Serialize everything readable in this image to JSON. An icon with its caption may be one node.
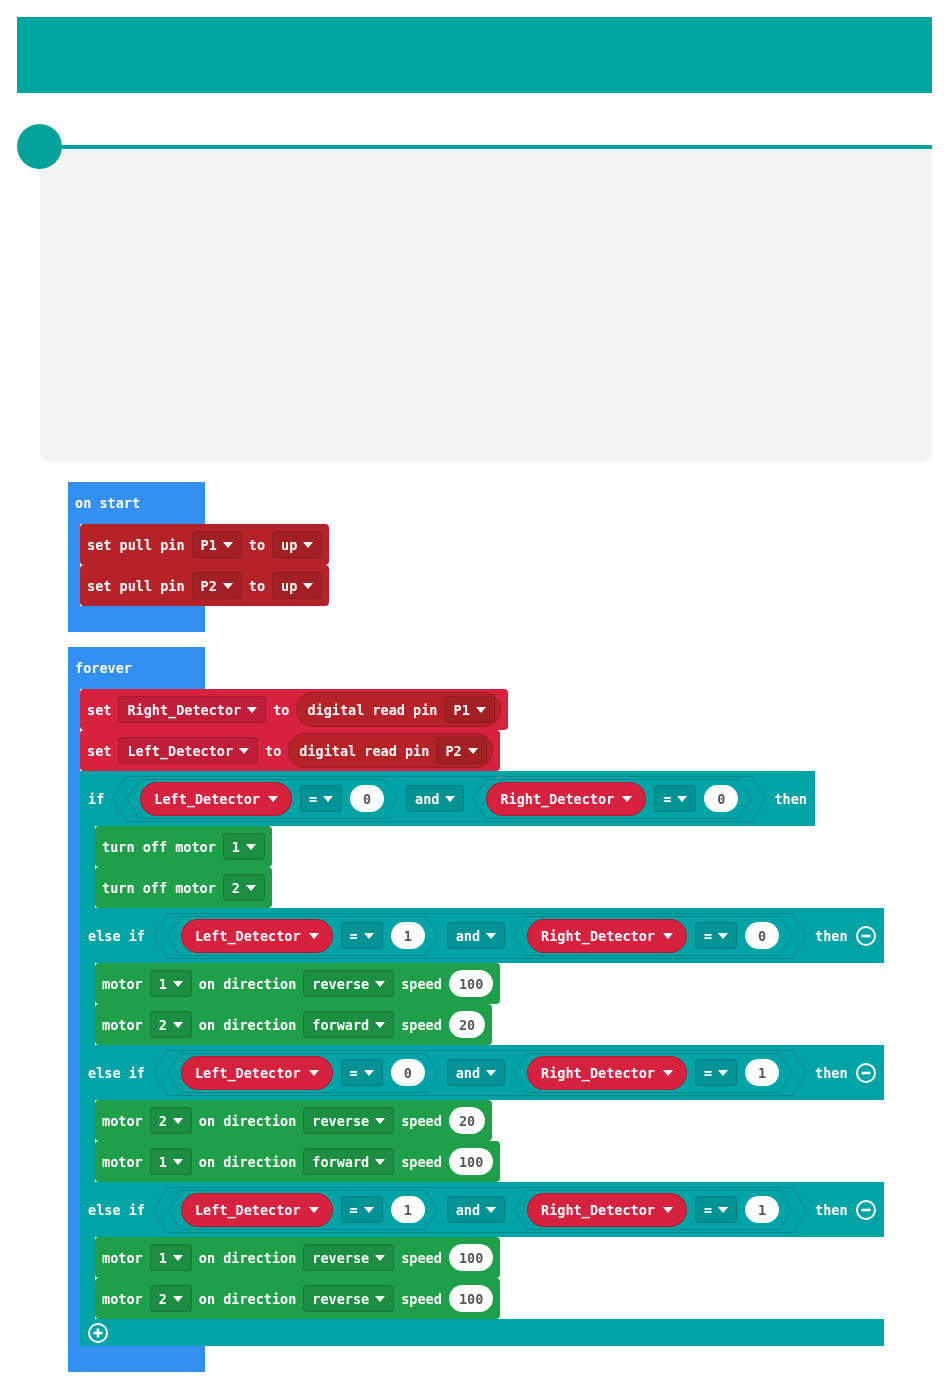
{
  "diagram": {
    "nodes": [
      {
        "text": [
          "on start"
        ]
      },
      {
        "text": [
          "set pull pin",
          "to"
        ]
      },
      {
        "text": [
          "P1"
        ],
        "in": 1
      },
      {
        "text": [
          "up"
        ],
        "in": 1
      },
      {
        "text": [
          "set pull pin",
          "to"
        ]
      },
      {
        "text": [
          "P2"
        ],
        "in": 4
      },
      {
        "text": [
          "up"
        ],
        "in": 4
      },
      {
        "text": [
          "forever"
        ]
      },
      {
        "text": [
          "set",
          "to"
        ]
      },
      {
        "text": [
          "Right_Detector"
        ],
        "in": 8
      },
      {
        "text": [
          "digital read pin"
        ],
        "in": 8
      },
      {
        "text": [
          "P1"
        ],
        "in": 10
      },
      {
        "text": [
          "set",
          "to"
        ]
      },
      {
        "text": [
          "Left_Detector"
        ],
        "in": 12
      },
      {
        "text": [
          "digital read pin"
        ],
        "in": 12
      },
      {
        "text": [
          "P2"
        ],
        "in": 14
      },
      {
        "text": [
          "if",
          "then",
          "else if",
          "then",
          "else if",
          "then",
          "else if",
          "then"
        ]
      },
      {
        "text": [],
        "shape": "hexagon",
        "in": 16
      },
      {
        "text": [],
        "shape": "hexagon",
        "in": 17
      },
      {
        "text": [
          "Left_Detector"
        ],
        "in": 18
      },
      {
        "text": [
          "="
        ],
        "in": 18
      },
      {
        "text": [
          "0"
        ],
        "in": 18
      },
      {
        "text": [
          "and"
        ],
        "in": 17
      },
      {
        "text": [],
        "shape": "hexagon",
        "in": 17
      },
      {
        "text": [
          "Right_Detector"
        ],
        "in": 23
      },
      {
        "text": [
          "="
        ],
        "in": 23
      },
      {
        "text": [
          "0"
        ],
        "in": 23
      },
      {
        "text": [
          "turn off motor"
        ],
        "in": 16
      },
      {
        "text": [
          "1"
        ],
        "in": 27
      },
      {
        "text": [
          "turn off motor"
        ],
        "in": 16
      },
      {
        "text": [
          "2"
        ],
        "in": 29
      },
      {
        "text": [],
        "shape": "hexagon",
        "in": 16
      },
      {
        "text": [],
        "shape": "hexagon",
        "in": 31
      },
      {
        "text": [
          "Left_Detector"
        ],
        "in": 32
      },
      {
        "text": [
          "="
        ],
        "in": 32
      },
      {
        "text": [
          "1"
        ],
        "in": 32
      },
      {
        "text": [
          "and"
        ],
        "in": 31
      },
      {
        "text": [],
        "shape": "hexagon",
        "in": 31
      },
      {
        "text": [
          "Right_Detector"
        ],
        "in": 37
      },
      {
        "text": [
          "="
        ],
        "in": 37
      },
      {
        "text": [
          "0"
        ],
        "in": 37
      },
      {
        "text": [
          "motor",
          "on direction",
          "speed"
        ],
        "in": 16
      },
      {
        "text": [
          "1"
        ],
        "in": 41
      },
      {
        "text": [
          "reverse"
        ],
        "in": 41
      },
      {
        "text": [
          "100"
        ],
        "in": 41
      },
      {
        "text": [
          "motor",
          "on direction",
          "speed"
        ],
        "in": 16
      },
      {
        "text": [
          "2"
        ],
        "in": 45
      },
      {
        "text": [
          "forward"
        ],
        "in": 45
      },
      {
        "text": [
          "20"
        ],
        "in": 45
      },
      {
        "text": [],
        "shape": "hexagon",
        "in": 16
      },
      {
        "text": [],
        "shape": "hexagon",
        "in": 49
      },
      {
        "text": [
          "Left_Detector"
        ],
        "in": 50
      },
      {
        "text": [
          "="
        ],
        "in": 50
      },
      {
        "text": [
          "0"
        ],
        "in": 50
      },
      {
        "text": [
          "and"
        ],
        "in": 49
      },
      {
        "text": [],
        "shape": "hexagon",
        "in": 49
      },
      {
        "text": [
          "Right_Detector"
        ],
        "in": 55
      },
      {
        "text": [
          "="
        ],
        "in": 55
      },
      {
        "text": [
          "1"
        ],
        "in": 55
      },
      {
        "text": [
          "motor",
          "on direction",
          "speed"
        ],
        "in": 16
      },
      {
        "text": [
          "2"
        ],
        "in": 59
      },
      {
        "text": [
          "reverse"
        ],
        "in": 59
      },
      {
        "text": [
          "20"
        ],
        "in": 59
      },
      {
        "text": [
          "motor",
          "on direction",
          "speed"
        ],
        "in": 16
      },
      {
        "text": [
          "1"
        ],
        "in": 63
      },
      {
        "text": [
          "forward"
        ],
        "in": 63
      },
      {
        "text": [
          "100"
        ],
        "in": 63
      },
      {
        "text": [],
        "shape": "hexagon",
        "in": 16
      },
      {
        "text": [],
        "shape": "hexagon",
        "in": 67
      },
      {
        "text": [
          "Left_Detector"
        ],
        "in": 68
      },
      {
        "text": [
          "="
        ],
        "in": 68
      },
      {
        "text": [
          "1"
        ],
        "in": 68
      },
      {
        "text": [
          "and"
        ],
        "in": 67
      },
      {
        "text": [],
        "shape": "hexagon",
        "in": 67
      },
      {
        "text": [
          "Right_Detector"
        ],
        "in": 73
      },
      {
        "text": [
          "="
        ],
        "in": 73
      },
      {
        "text": [
          "1"
        ],
        "in": 73
      },
      {
        "text": [
          "motor",
          "on direction",
          "speed"
        ],
        "in": 16
      },
      {
        "text": [
          "1"
        ],
        "in": 77
      },
      {
        "text": [
          "reverse"
        ],
        "in": 77
      },
      {
        "text": [
          "100"
        ],
        "in": 77
      },
      {
        "text": [
          "motor",
          "on direction",
          "speed"
        ],
        "in": 16
      },
      {
        "text": [
          "2"
        ],
        "in": 81
      },
      {
        "text": [
          "reverse"
        ],
        "in": 81
      },
      {
        "text": [
          "100"
        ],
        "in": 81
      }
    ]
  }
}
